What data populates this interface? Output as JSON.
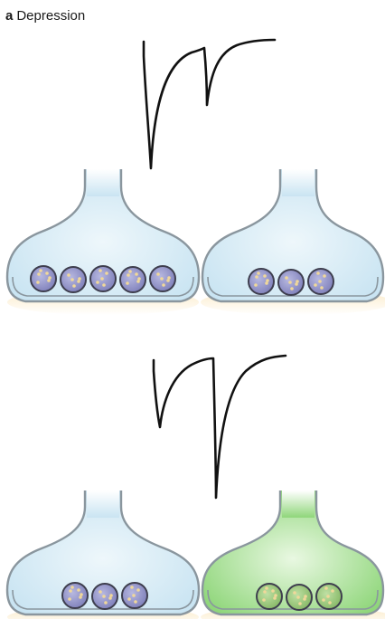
{
  "panel": {
    "letter": "a",
    "title": "Depression"
  },
  "colors": {
    "trace": "#111111",
    "terminal_outline": "#8a969e",
    "terminal_fill_blue": "#c9e4f2",
    "terminal_fill_blue_light": "#eef7fb",
    "terminal_fill_green": "#8fd67a",
    "terminal_fill_green_light": "#e9f8e2",
    "vesicle_fill_purple": "#8e8fc6",
    "vesicle_fill_green": "#98c87a",
    "vesicle_outline": "#3e3e4e",
    "vesicle_dots": "#f0d89a",
    "zone_glow": "#fbe9c4"
  },
  "rows": [
    {
      "id": "top",
      "terminals": [
        {
          "id": "top-left",
          "fill": "blue",
          "vesicle_count": 5
        },
        {
          "id": "top-right",
          "fill": "blue",
          "vesicle_count": 3
        }
      ]
    },
    {
      "id": "bottom",
      "terminals": [
        {
          "id": "bottom-left",
          "fill": "blue",
          "vesicle_count": 3
        },
        {
          "id": "bottom-right",
          "fill": "green",
          "vesicle_count": 3
        }
      ]
    }
  ]
}
